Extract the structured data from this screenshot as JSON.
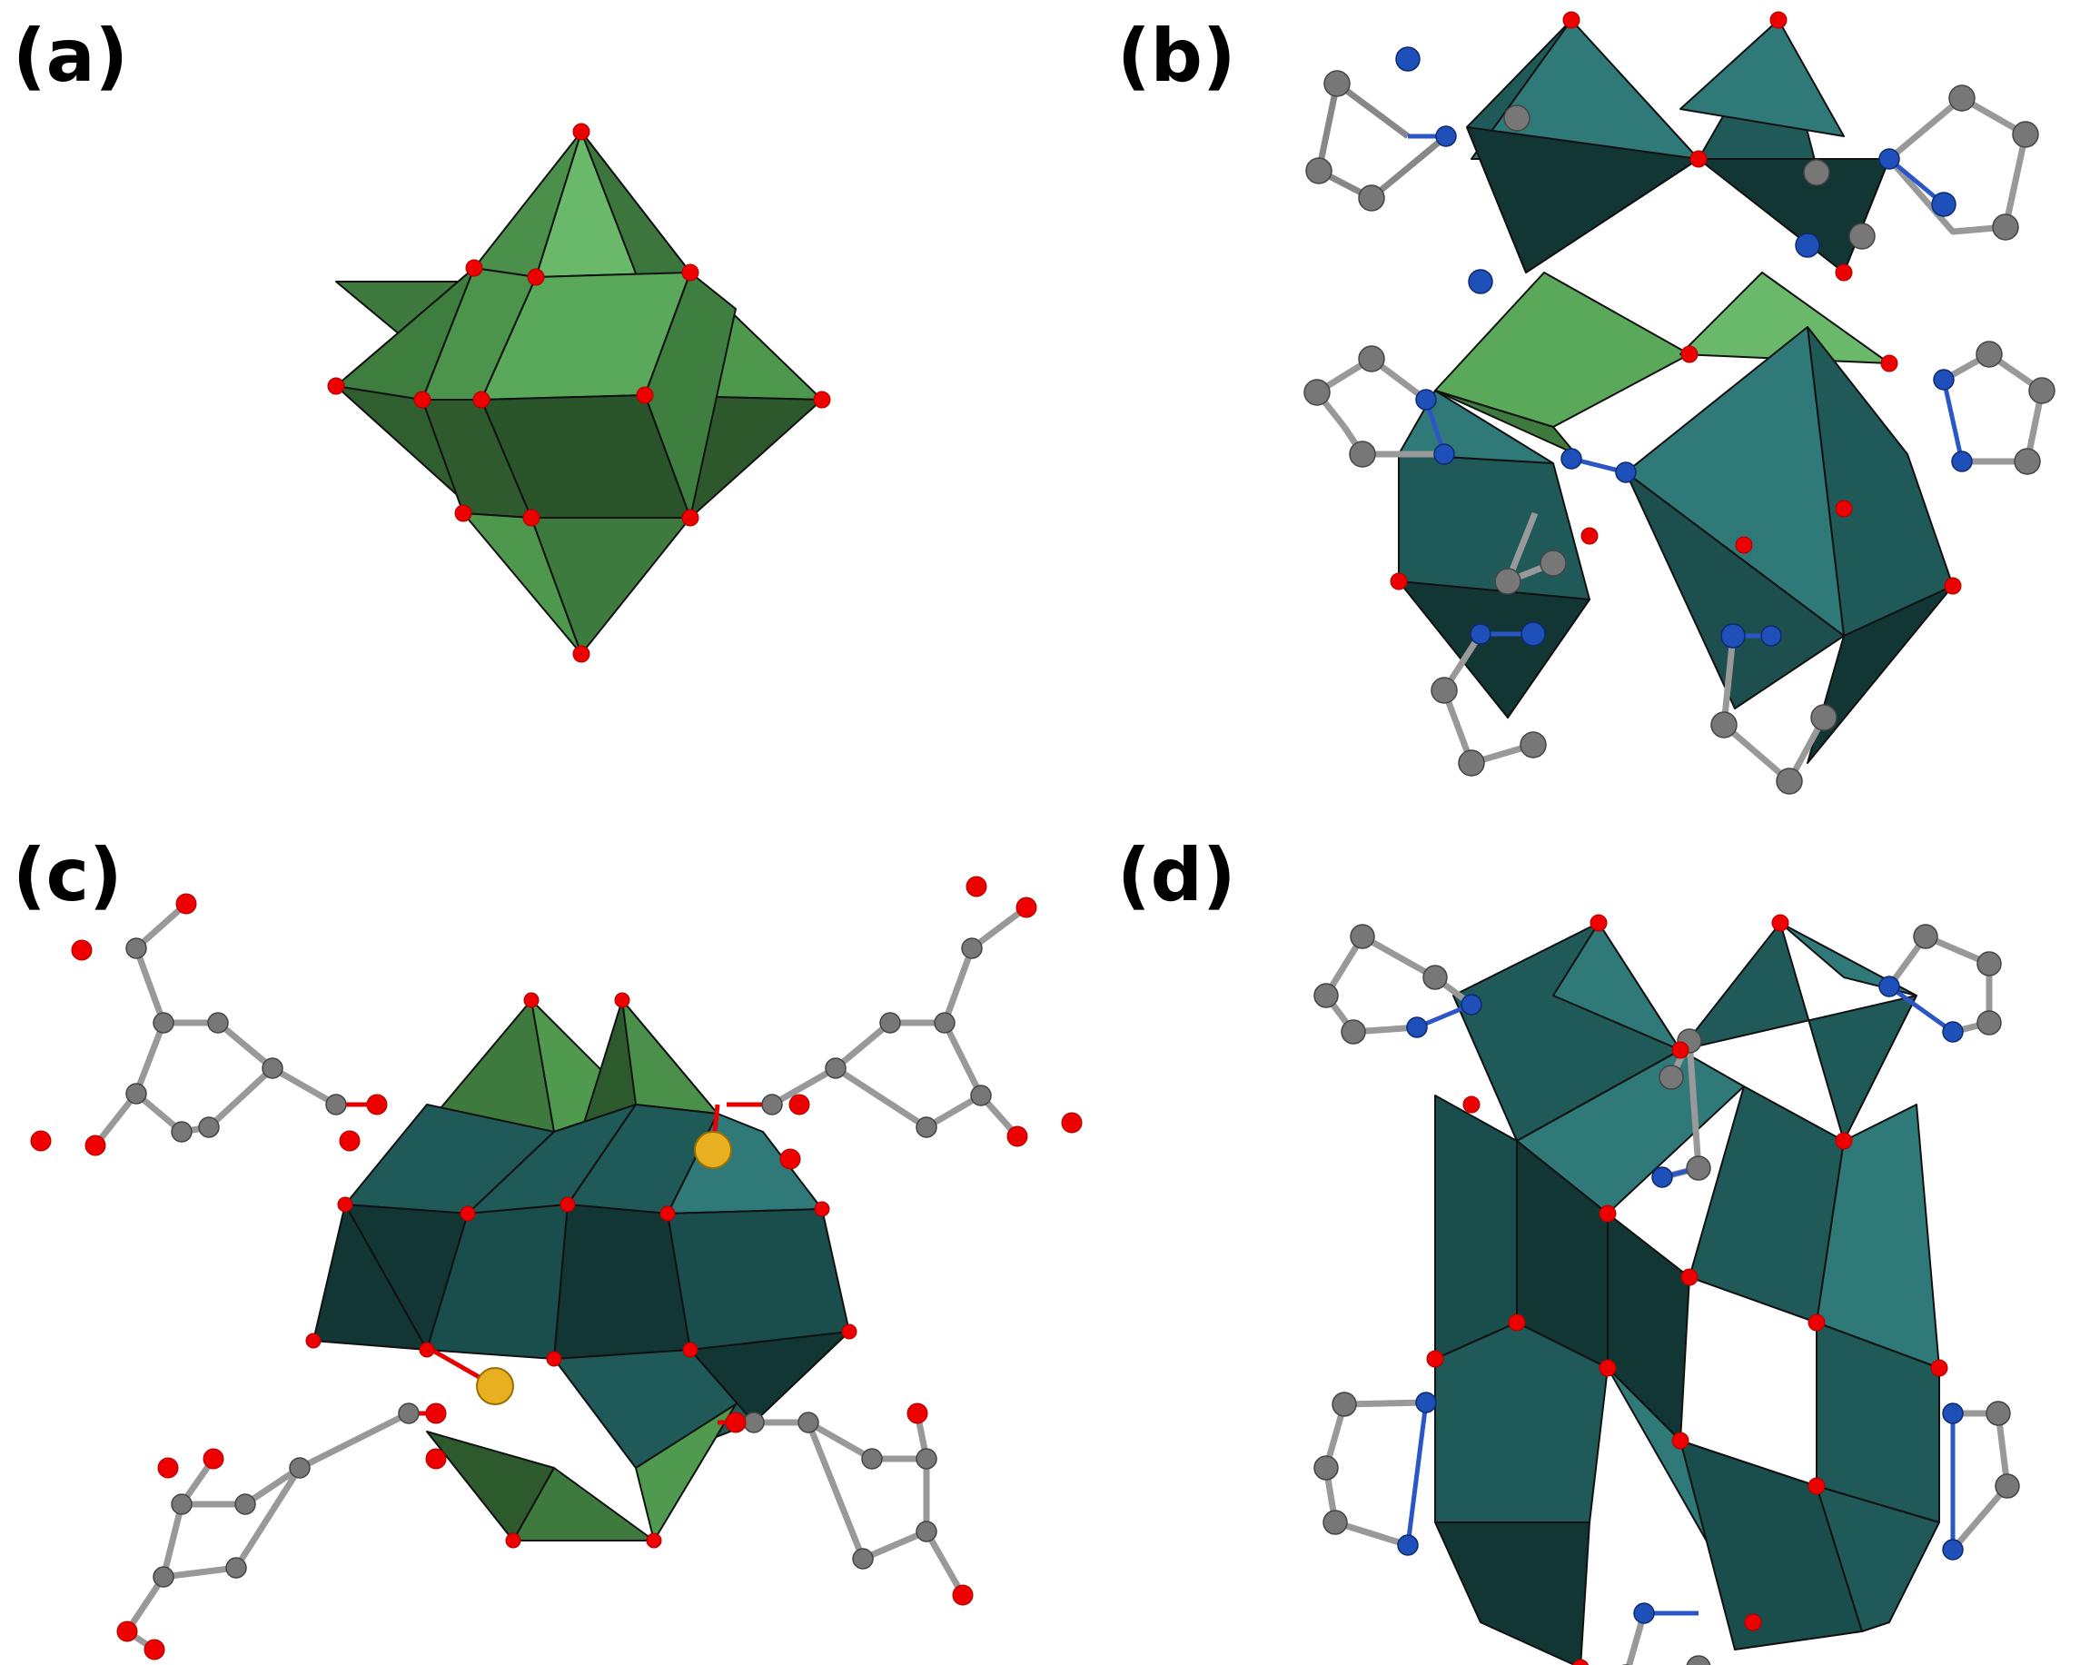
{
  "panels": [
    {
      "id": "a",
      "label": "(a)"
    },
    {
      "id": "b",
      "label": "(b)"
    },
    {
      "id": "c",
      "label": "(c)"
    },
    {
      "id": "d",
      "label": "(d)"
    }
  ],
  "colors": {
    "green_light": "#6ab86a",
    "green_mid": "#4f9a4f",
    "green_dark": "#2d5a2d",
    "teal_light": "#2f7a78",
    "teal_mid": "#1f5a58",
    "teal_dark": "#123634",
    "oxygen_red": "#ee0000",
    "carbon_grey": "#777777",
    "nitrogen_blue": "#1f4fb8",
    "metal_gold": "#e8b020"
  }
}
